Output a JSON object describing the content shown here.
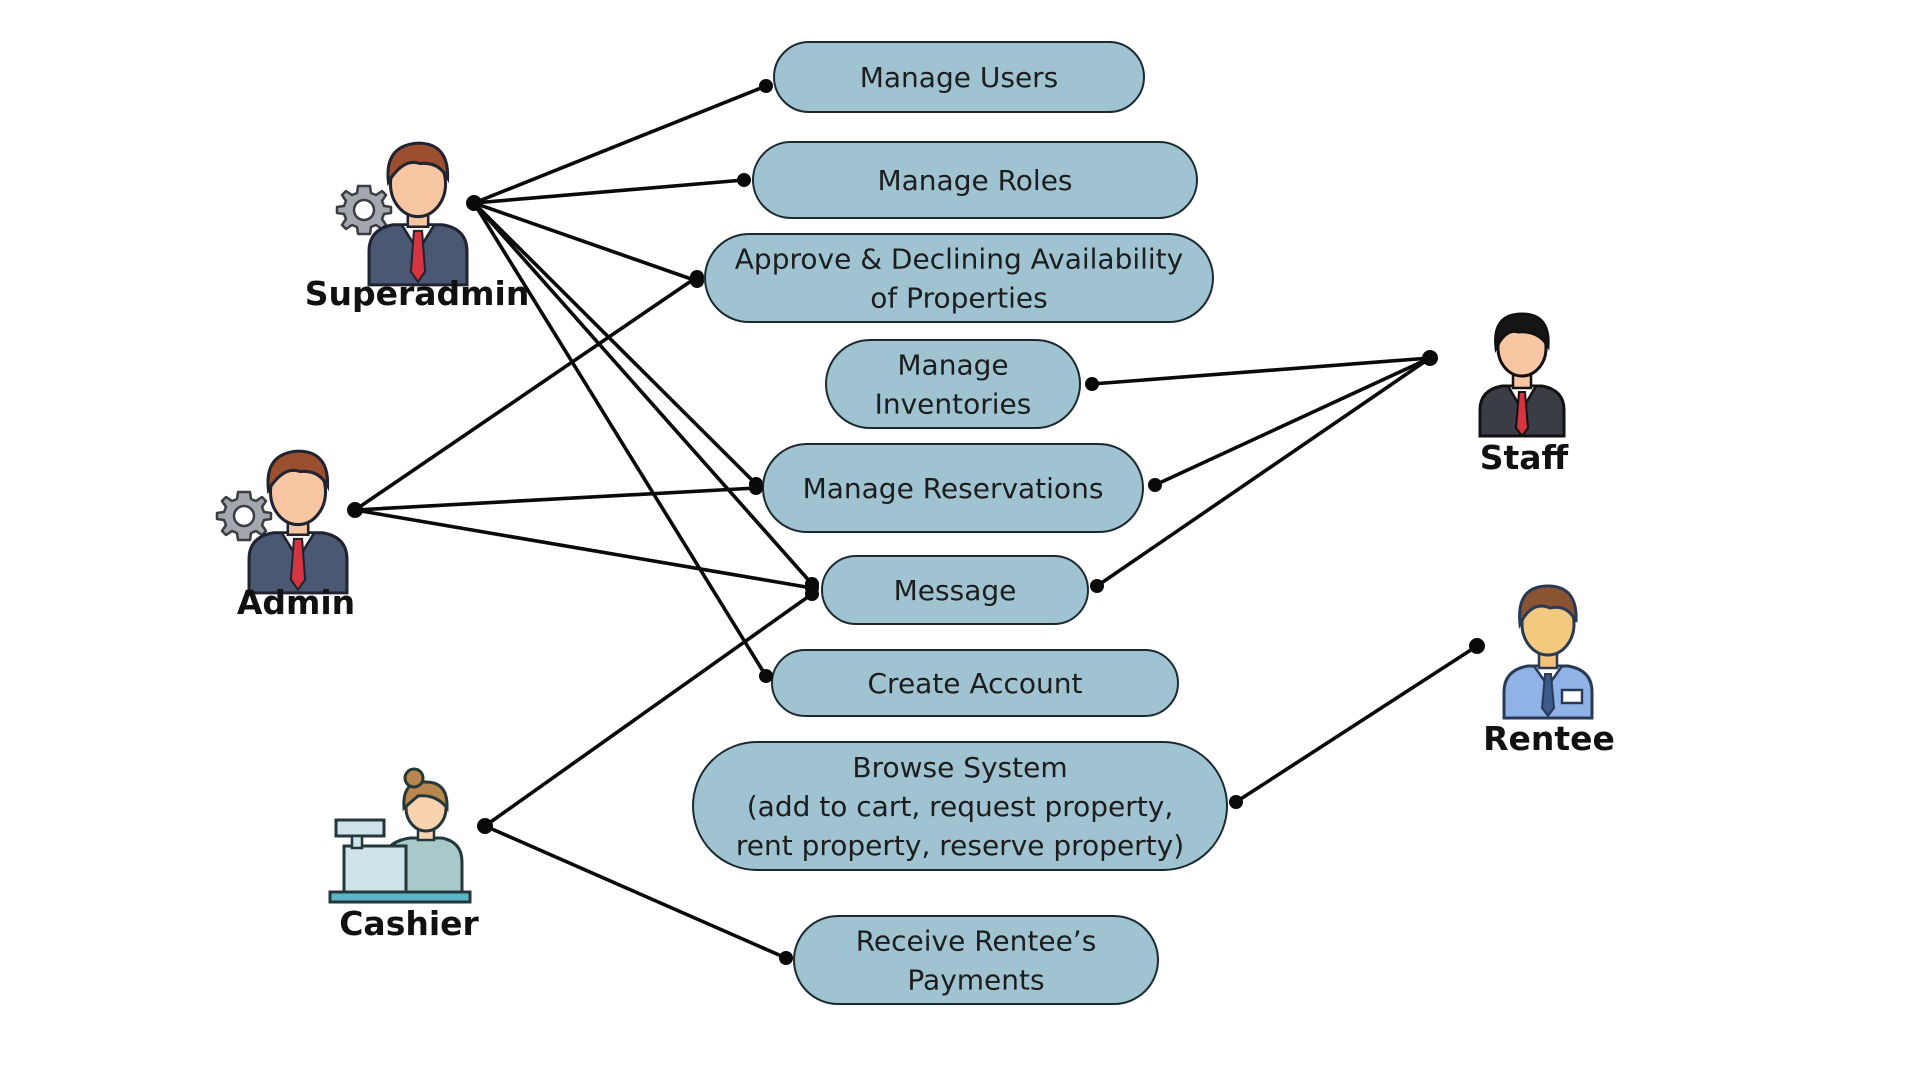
{
  "actors": [
    {
      "id": "superadmin",
      "label": "Superadmin",
      "icon": "businessman-gear-icon"
    },
    {
      "id": "admin",
      "label": "Admin",
      "icon": "businessman-gear-icon"
    },
    {
      "id": "cashier",
      "label": "Cashier",
      "icon": "cashier-icon"
    },
    {
      "id": "staff",
      "label": "Staff",
      "icon": "businessman-icon"
    },
    {
      "id": "rentee",
      "label": "Rentee",
      "icon": "customer-icon"
    }
  ],
  "use_cases": [
    {
      "id": "manage-users",
      "lines": [
        "Manage Users"
      ]
    },
    {
      "id": "manage-roles",
      "lines": [
        "Manage Roles"
      ]
    },
    {
      "id": "approve-declining",
      "lines": [
        "Approve  & Declining Availability",
        "of  Properties"
      ]
    },
    {
      "id": "manage-inventories",
      "lines": [
        "Manage",
        "Inventories"
      ]
    },
    {
      "id": "manage-reservations",
      "lines": [
        "Manage Reservations"
      ]
    },
    {
      "id": "message",
      "lines": [
        "Message"
      ]
    },
    {
      "id": "create-account",
      "lines": [
        "Create Account"
      ]
    },
    {
      "id": "browse-system",
      "lines": [
        "Browse System",
        "(add to cart, request property,",
        "rent property, reserve property)"
      ]
    },
    {
      "id": "receive-payments",
      "lines": [
        "Receive Rentee’s",
        "Payments"
      ]
    }
  ],
  "associations": [
    {
      "actor": "superadmin",
      "use_case": "manage-users"
    },
    {
      "actor": "superadmin",
      "use_case": "manage-roles"
    },
    {
      "actor": "superadmin",
      "use_case": "approve-declining"
    },
    {
      "actor": "superadmin",
      "use_case": "manage-reservations"
    },
    {
      "actor": "superadmin",
      "use_case": "message"
    },
    {
      "actor": "superadmin",
      "use_case": "create-account"
    },
    {
      "actor": "admin",
      "use_case": "approve-declining"
    },
    {
      "actor": "admin",
      "use_case": "manage-reservations"
    },
    {
      "actor": "admin",
      "use_case": "message"
    },
    {
      "actor": "cashier",
      "use_case": "message"
    },
    {
      "actor": "cashier",
      "use_case": "receive-payments"
    },
    {
      "actor": "staff",
      "use_case": "manage-inventories"
    },
    {
      "actor": "staff",
      "use_case": "manage-reservations"
    },
    {
      "actor": "staff",
      "use_case": "message"
    },
    {
      "actor": "rentee",
      "use_case": "browse-system"
    }
  ],
  "colors": {
    "use_case_fill": "#9fc3d1",
    "line": "#0a0a0a",
    "text": "#1d1d1d"
  }
}
